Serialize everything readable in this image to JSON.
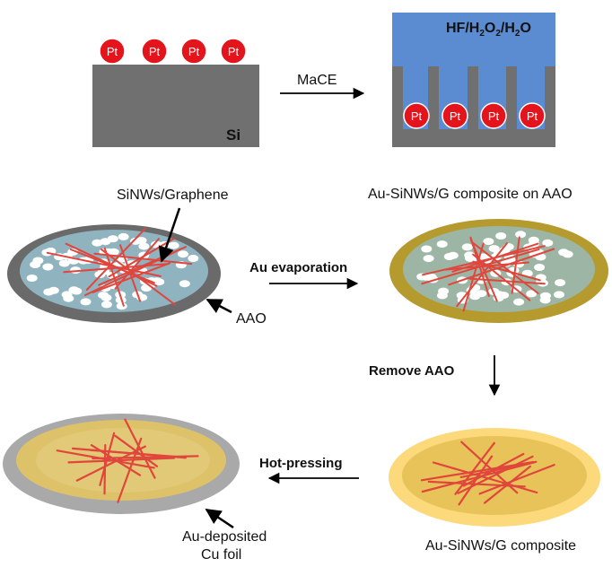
{
  "colors": {
    "silicon": "#707070",
    "etchant": "#5b8bd1",
    "pt_particle": "#e3141b",
    "aao_ring": "#6a6a6a",
    "aao_inner": "#8fb3bf",
    "au_ring": "#b59a2e",
    "au_inner": "#9db5a4",
    "composite_ring": "#fcd97a",
    "composite_inner": "#e8c35a",
    "cu_ring": "#a9a9a9",
    "cu_inner": "#ddc26a",
    "nanowire": "#e0463c",
    "arrow": "#000000"
  },
  "top": {
    "pt_label": "Pt",
    "si_label": "Si",
    "mace_label": "MaCE",
    "etchant": {
      "part1": "HF/H",
      "sub1": "2",
      "part2": "O",
      "sub2": "2",
      "part3": "/H",
      "sub3": "2",
      "part4": "O"
    }
  },
  "bottom": {
    "sinws_graphene_label": "SiNWs/Graphene",
    "aao_label": "AAO",
    "composite_on_aao_label": "Au-SiNWs/G composite on AAO",
    "au_evaporation_label": "Au evaporation",
    "remove_aao_label": "Remove AAO",
    "hot_pressing_label": "Hot-pressing",
    "composite_label": "Au-SiNWs/G composite",
    "cu_foil_line1": "Au-deposited",
    "cu_foil_line2": "Cu foil"
  }
}
